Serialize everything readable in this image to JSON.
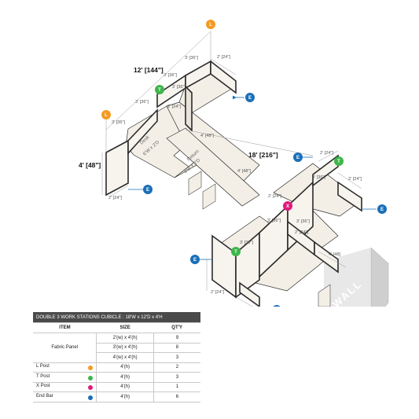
{
  "colors": {
    "l_post": "#f39a22",
    "t_post": "#3db54a",
    "x_post": "#e2197c",
    "end_bar": "#1a6fb8",
    "desk": "#f3efe6",
    "frame": "#2b2b2b",
    "wall": "#c8c8c8"
  },
  "diagram": {
    "dims": {
      "twelve_ft": "12' [144\"]",
      "eighteen_ft": "18' [216\"]",
      "four_ft": "4' [48\"]",
      "d36": "3' [36\"]",
      "d24": "2' [24\"]",
      "d48": "4' [48\"]",
      "d48b": "4' [48]"
    },
    "desk_label_1": "Desk",
    "desk_label_2": "6'W x 2'D",
    "return_label_1": "Return",
    "return_label_2": "4'W x 2'D",
    "wall": "WALL",
    "post_L": "L",
    "post_T": "T",
    "post_X": "X",
    "post_E": "E"
  },
  "table": {
    "title": "DOUBLE 3 WORK STATIONS  CUBICLE  :  18'W x 12'D x 4'H",
    "headers": {
      "item": "ITEM",
      "size": "SIZE",
      "qty": "QT'Y"
    },
    "fabric_panel": "Fabric Panel",
    "rows": [
      {
        "size": "2'(w) x 4'(h)",
        "qty": "9"
      },
      {
        "size": "3'(w) x 4'(h)",
        "qty": "8"
      },
      {
        "size": "4'(w) x 4'(h)",
        "qty": "3"
      },
      {
        "item": "L Post",
        "size": "4'(h)",
        "qty": "2"
      },
      {
        "item": "T Post",
        "size": "4'(h)",
        "qty": "3"
      },
      {
        "item": "X Post",
        "size": "4'(h)",
        "qty": "1"
      },
      {
        "item": "End Bar",
        "size": "4'(h)",
        "qty": "6"
      }
    ]
  }
}
